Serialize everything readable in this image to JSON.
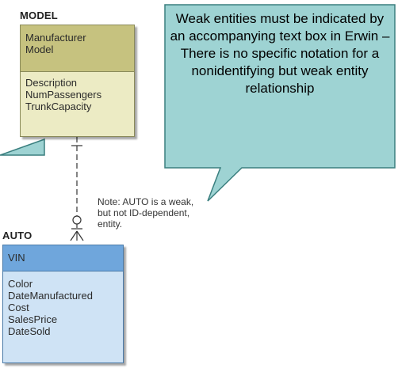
{
  "model_entity": {
    "name": "MODEL",
    "key_attributes": [
      "Manufacturer",
      "Model"
    ],
    "attributes": [
      "Description",
      "NumPassengers",
      "TrunkCapacity"
    ]
  },
  "auto_entity": {
    "name": "AUTO",
    "key_attributes": [
      "VIN"
    ],
    "attributes": [
      "Color",
      "DateManufactured",
      "Cost",
      "SalesPrice",
      "DateSold"
    ]
  },
  "note_lines": [
    "Note: AUTO is a weak,",
    "but not ID-dependent,",
    "entity."
  ],
  "callout_text": "Weak entities must be indicated by an accompanying text box in Erwin – There is no specific notation for a nonidentifying but weak entity relationship",
  "colors": {
    "model_key_fill": "#c6c27f",
    "model_attr_fill": "#ecebc4",
    "auto_key_fill": "#6fa6dc",
    "auto_attr_fill": "#cfe3f5",
    "callout_fill": "#9ed3d3",
    "callout_border": "#3a7f7f"
  }
}
